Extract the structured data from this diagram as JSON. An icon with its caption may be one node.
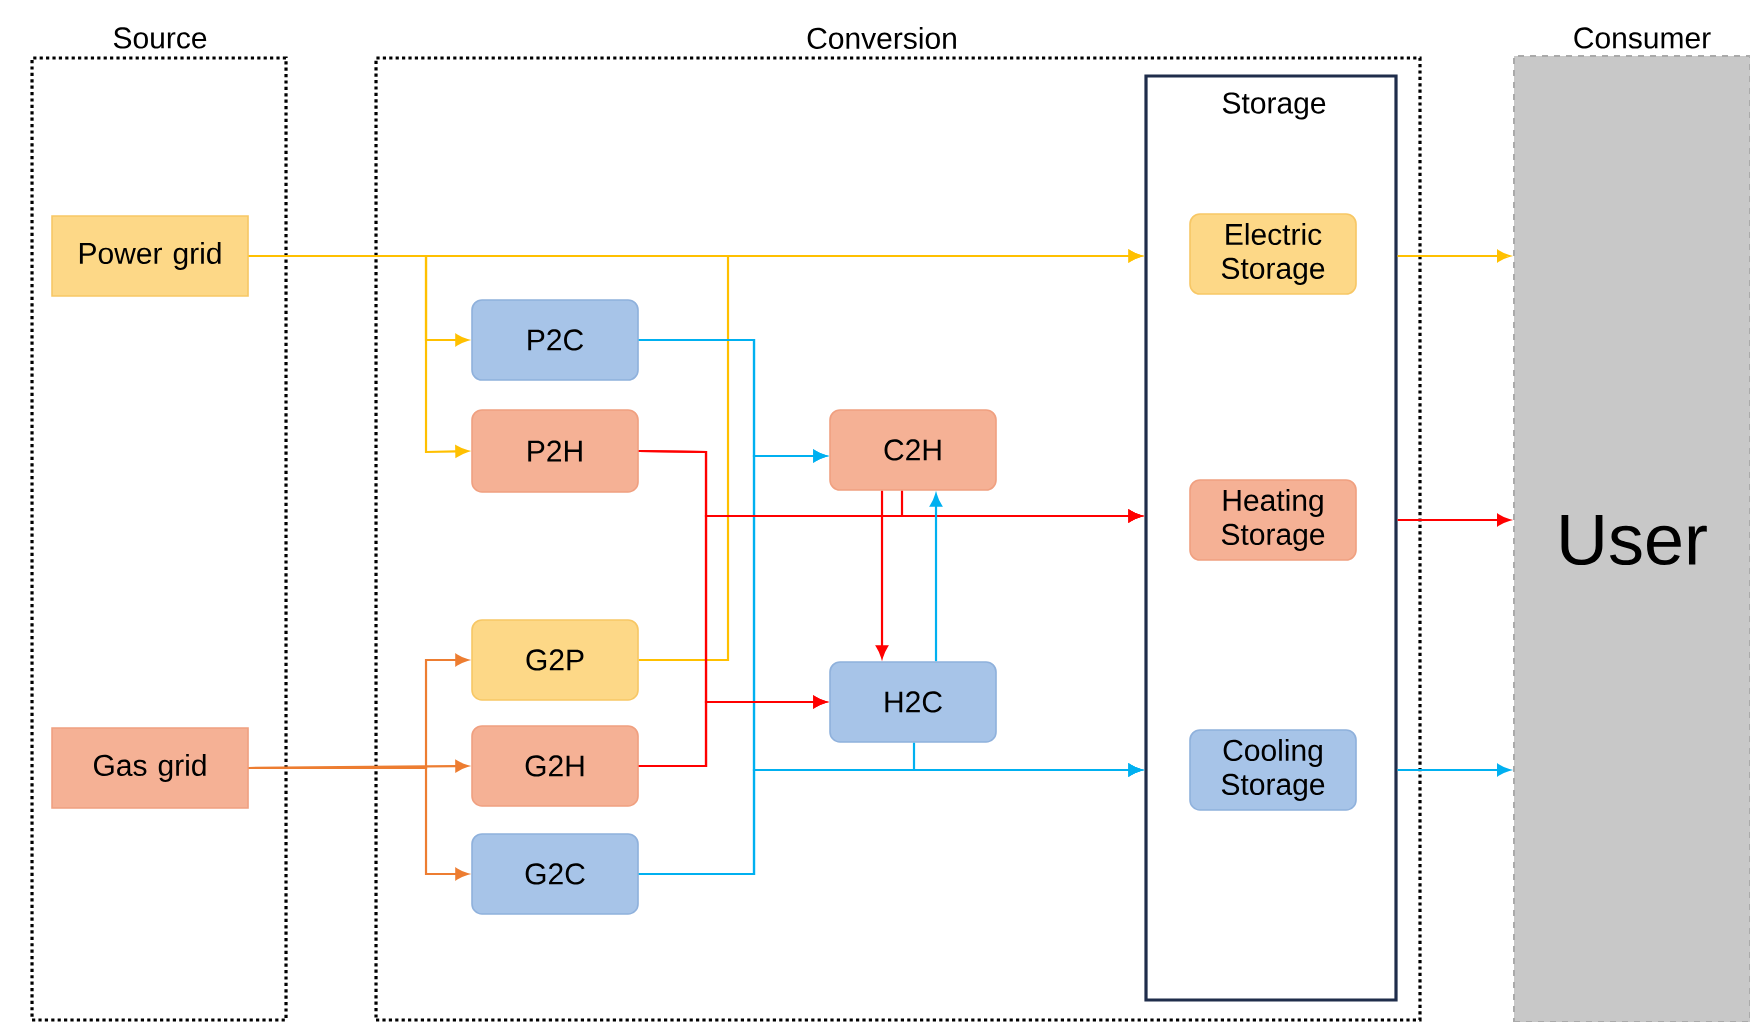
{
  "diagram": {
    "nodes": [
      {
        "text": [
          "Source"
        ]
      },
      {
        "text": [
          "Power grid"
        ],
        "in": 0
      },
      {
        "text": [
          "Gas grid"
        ],
        "in": 0
      },
      {
        "text": [
          "Conversion"
        ]
      },
      {
        "text": [
          "P2C"
        ],
        "in": 3
      },
      {
        "text": [
          "P2H"
        ],
        "in": 3
      },
      {
        "text": [
          "G2P"
        ],
        "in": 3
      },
      {
        "text": [
          "G2H"
        ],
        "in": 3
      },
      {
        "text": [
          "G2C"
        ],
        "in": 3
      },
      {
        "text": [
          "C2H"
        ],
        "in": 3
      },
      {
        "text": [
          "H2C"
        ],
        "in": 3
      },
      {
        "text": [
          "Storage"
        ],
        "in": 3
      },
      {
        "text": [
          "Electric Storage"
        ],
        "in": 11
      },
      {
        "text": [
          "Heating Storage"
        ],
        "in": 11
      },
      {
        "text": [
          "Cooling Storage"
        ],
        "in": 11
      },
      {
        "text": [
          "Consumer",
          "User"
        ]
      }
    ],
    "edges": [
      {
        "from": 1,
        "to": 11,
        "arrow": "to",
        "color": "#ffc000"
      },
      {
        "from": 1,
        "to": 4,
        "arrow": "to",
        "color": "#ffc000"
      },
      {
        "from": 1,
        "to": 5,
        "arrow": "to",
        "color": "#ffc000"
      },
      {
        "from": 6,
        "to": 11,
        "arrow": "to",
        "color": "#ffc000"
      },
      {
        "from": 2,
        "to": 6,
        "arrow": "to",
        "color": "#ed7d31"
      },
      {
        "from": 2,
        "to": 7,
        "arrow": "to",
        "color": "#ed7d31"
      },
      {
        "from": 2,
        "to": 8,
        "arrow": "to",
        "color": "#ed7d31"
      },
      {
        "from": 4,
        "to": 9,
        "arrow": "to",
        "color": "#00b0f0"
      },
      {
        "from": 4,
        "to": 11,
        "arrow": "to",
        "color": "#00b0f0"
      },
      {
        "from": 8,
        "to": 9,
        "arrow": "to",
        "color": "#00b0f0"
      },
      {
        "from": 8,
        "to": 11,
        "arrow": "to",
        "color": "#00b0f0"
      },
      {
        "from": 5,
        "to": 11,
        "arrow": "to",
        "color": "#ff0000"
      },
      {
        "from": 5,
        "to": 10,
        "arrow": "to",
        "color": "#ff0000"
      },
      {
        "from": 7,
        "to": 11,
        "arrow": "to",
        "color": "#ff0000"
      },
      {
        "from": 7,
        "to": 10,
        "arrow": "to",
        "color": "#ff0000"
      },
      {
        "from": 9,
        "to": 10,
        "arrow": "to",
        "color": "#ff0000"
      },
      {
        "from": 9,
        "to": 11,
        "arrow": "to",
        "color": "#ff0000"
      },
      {
        "from": 10,
        "to": 9,
        "arrow": "to",
        "color": "#00b0f0"
      },
      {
        "from": 10,
        "to": 11,
        "arrow": "to",
        "color": "#00b0f0"
      },
      {
        "from": 11,
        "to": 15,
        "arrow": "to",
        "color": "#ffc000"
      },
      {
        "from": 11,
        "to": 15,
        "arrow": "to",
        "color": "#ff0000"
      },
      {
        "from": 11,
        "to": 15,
        "arrow": "to",
        "color": "#00b0f0"
      }
    ]
  }
}
